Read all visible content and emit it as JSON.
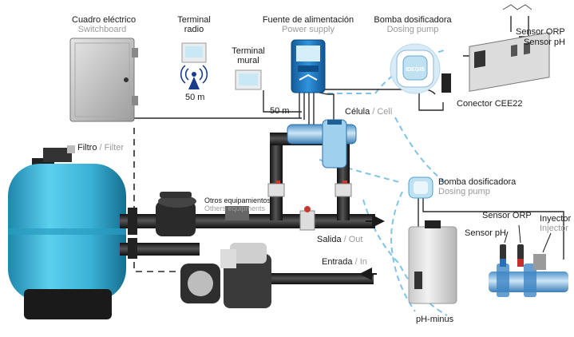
{
  "labels": {
    "switchboard_es": "Cuadro eléctrico",
    "switchboard_en": "Switchboard",
    "radio_terminal_l1": "Terminal",
    "radio_terminal_l2": "radio",
    "radio_range": "50 m",
    "wall_terminal_l1": "Terminal",
    "wall_terminal_l2": "mural",
    "wall_cable": "50 m",
    "power_supply_es": "Fuente de alimentación",
    "power_supply_en": "Power supply",
    "dosing_pump_es": "Bomba dosificadora",
    "dosing_pump_en": "Dosing pump",
    "pump_brand": "IDEGIS",
    "sensor_orp_top": "Sensor ORP",
    "sensor_ph_top": "Sensor pH",
    "cee22": "Conector CEE22",
    "cell_es": "Célula",
    "cell_sep": " / ",
    "cell_en": "Cell",
    "filter_es": "Filtro",
    "filter_sep": " / ",
    "filter_en": "Filter",
    "others_es": "Otros equipamientos",
    "others_en": "Others equipments",
    "outlet_es": "Salida",
    "outlet_sep": " / ",
    "outlet_en": "Out",
    "inlet_es": "Entrada",
    "inlet_sep": " / ",
    "inlet_en": "In",
    "dosing_pump2_es": "Bomba dosificadora",
    "dosing_pump2_en": "Dosing pump",
    "sensor_orp_bottom": "Sensor ORP",
    "sensor_ph_bottom": "Sensor pH",
    "injector_es": "Inyector",
    "injector_en": "Injector",
    "ph_minus": "pH-minus"
  },
  "colors": {
    "pipe": "#2b2b2b",
    "filter_tank": "#3bb5d6",
    "power_supply": "#1f7fc8",
    "zoom_dash": "#7fc3e6",
    "sensor_orp_tip": "#2a6fb5",
    "sensor_ph_tip": "#c4302b"
  }
}
